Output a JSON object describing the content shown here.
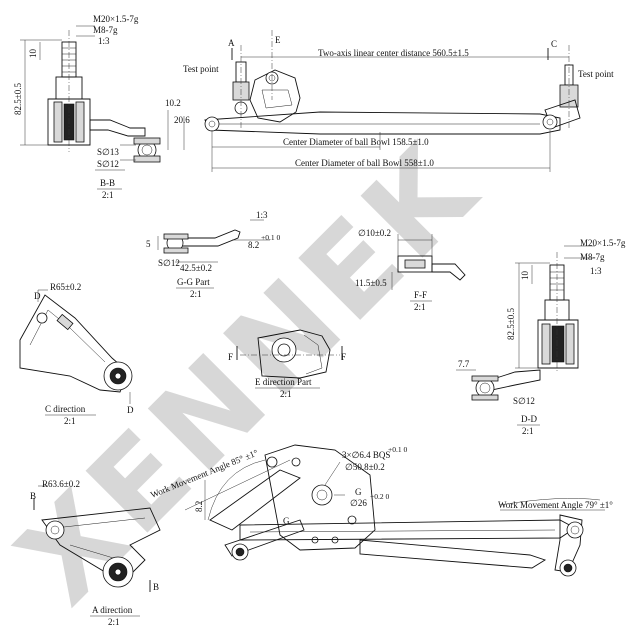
{
  "watermark": "XENNEK",
  "labels": {
    "m20": "M20×1.5-7g",
    "m8": "M8-7g",
    "ratio13": "1:3",
    "d10": "10",
    "d825": "82.5±0.5",
    "d102": "10.2",
    "d206": "20.6",
    "s13": "S∅13",
    "s12_bb": "S∅12",
    "bb_title": "B-B",
    "bb_scale": "2:1",
    "a_marker": "A",
    "e_marker": "E",
    "c_marker": "C",
    "test_point_left": "Test point",
    "test_point_right": "Test point",
    "two_axis": "Two-axis linear center distance 560.5±1.5",
    "bowl_1585": "Center Diameter of ball Bowl 158.5±1.0",
    "bowl_558": "Center Diameter of ball Bowl 558±1.0",
    "gg_13": "1:3",
    "gg_5": "5",
    "gg_82": "8.2",
    "gg_82_tol": "+0.1 0",
    "gg_s12": "S∅12",
    "gg_425": "42.5±0.2",
    "gg_title": "G-G Part",
    "gg_scale": "2:1",
    "ff_d10": "∅10±0.2",
    "ff_115": "11.5±0.5",
    "ff_title": "F-F",
    "ff_scale": "2:1",
    "dd_m20": "M20×1.5-7g",
    "dd_m8": "M8-7g",
    "dd_13": "1:3",
    "dd_10": "10",
    "dd_825": "82.5±0.5",
    "dd_77": "7.7",
    "dd_s12": "S∅12",
    "dd_title": "D-D",
    "dd_scale": "2:1",
    "c_r65": "R65±0.2",
    "c_d1": "D",
    "c_d2": "D",
    "c_title": "C direction",
    "c_scale": "2:1",
    "e_f1": "F",
    "e_f2": "F",
    "e_title": "E direction Part",
    "e_scale": "2:1",
    "wma85": "Work Movement Angle 85° ±1°",
    "d_82": "8.2",
    "bqs": "3×∅6.4 BQS",
    "bqs_tol": "+0.1 0",
    "d508": "∅50.8±0.2",
    "g_mark": "G",
    "d26": "∅26",
    "d26_tol": "+0.2 0",
    "g_mark2": "G",
    "wma79": "Work Movement Angle 79° ±1°",
    "a_r636": "R63.6±0.2",
    "a_b1": "B",
    "a_b2": "B",
    "a_title": "A direction",
    "a_scale": "2:1"
  }
}
